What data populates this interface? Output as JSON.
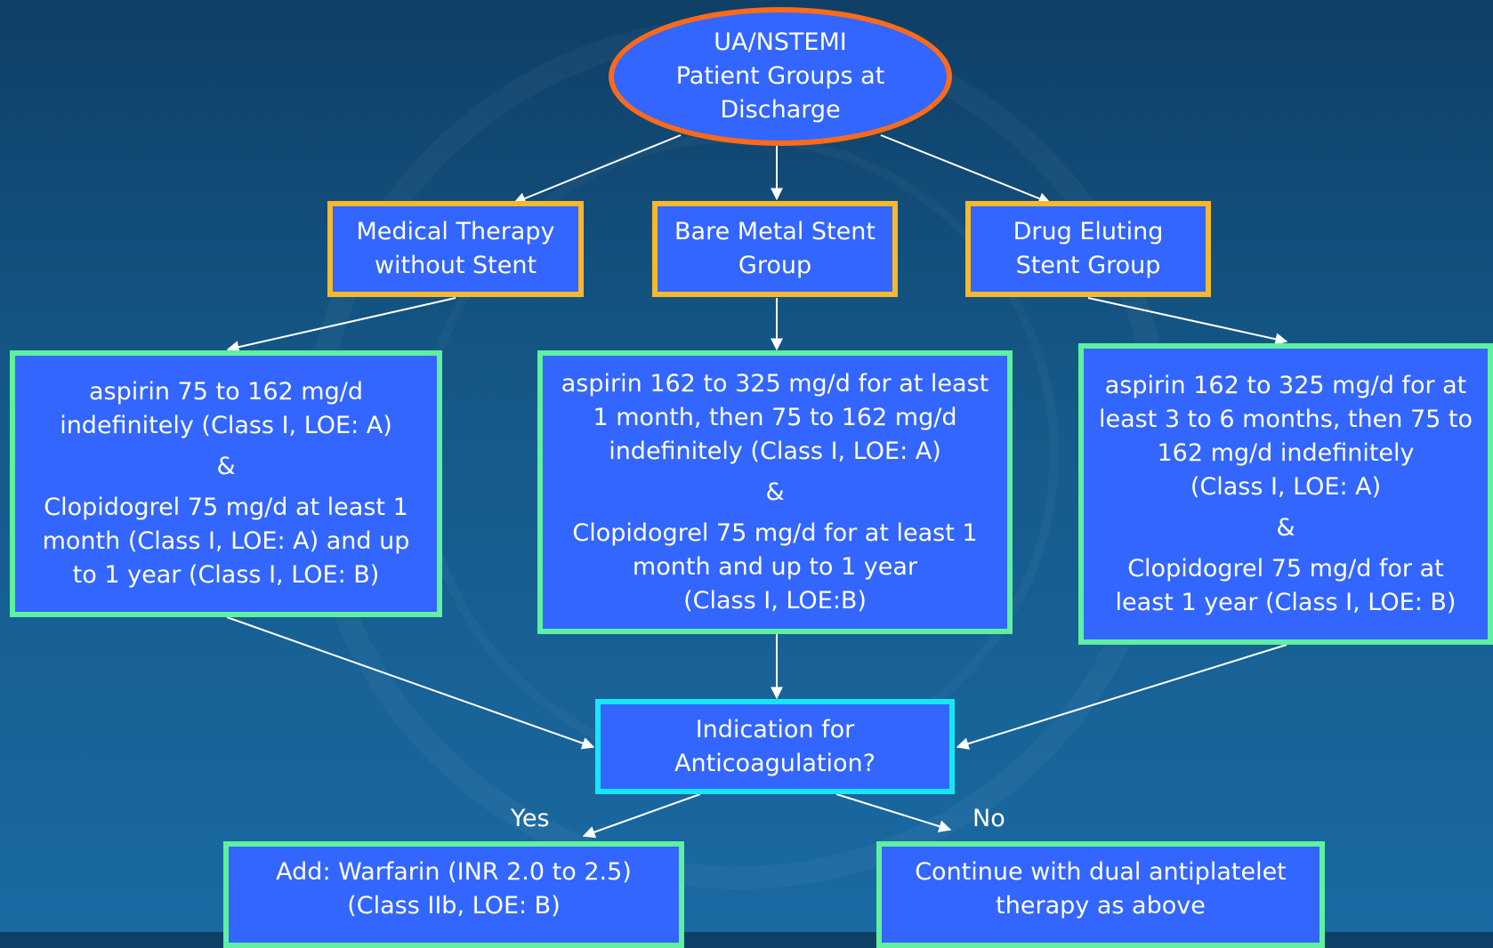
{
  "root": {
    "lines": [
      "UA/NSTEMI",
      "Patient Groups at",
      "Discharge"
    ]
  },
  "groups": [
    {
      "lines": [
        "Medical Therapy",
        "without Stent"
      ]
    },
    {
      "lines": [
        "Bare Metal Stent",
        "Group"
      ]
    },
    {
      "lines": [
        "Drug Eluting",
        "Stent Group"
      ]
    }
  ],
  "therapy": [
    {
      "aspirin": [
        "aspirin 75 to 162 mg/d",
        "indefinitely (Class I, LOE: A)"
      ],
      "amp": "&",
      "clopidogrel": [
        "Clopidogrel 75 mg/d at least 1",
        "month (Class I, LOE: A)  and up",
        "to 1 year (Class I, LOE: B)"
      ]
    },
    {
      "aspirin": [
        "aspirin 162 to 325 mg/d for at least",
        "1 month, then 75 to 162 mg/d",
        "indefinitely (Class I, LOE: A)"
      ],
      "amp": "&",
      "clopidogrel": [
        "Clopidogrel 75 mg/d for at least 1",
        "month and up to 1 year",
        "(Class I, LOE:B)"
      ]
    },
    {
      "aspirin": [
        "aspirin 162 to 325 mg/d for at",
        "least 3 to 6 months, then 75 to",
        "162 mg/d indefinitely",
        "(Class I, LOE: A)"
      ],
      "amp": "&",
      "clopidogrel": [
        "Clopidogrel 75 mg/d for at",
        "least 1 year (Class I, LOE: B)"
      ]
    }
  ],
  "decision": {
    "lines": [
      "Indication for",
      "Anticoagulation?"
    ]
  },
  "branches": {
    "yes_label": "Yes",
    "no_label": "No"
  },
  "outcomes": [
    {
      "lines": [
        "Add: Warfarin (INR 2.0 to 2.5)",
        "(Class IIb, LOE: B)"
      ]
    },
    {
      "lines": [
        "Continue with dual antiplatelet",
        "therapy as above"
      ]
    }
  ],
  "colors": {
    "box_fill": "#3366ff",
    "oval_border": "#ff6a1a",
    "group_border": "#f5b82e",
    "therapy_border": "#5ff0a0",
    "decision_border": "#18e6f8",
    "background": "#155a8a"
  }
}
